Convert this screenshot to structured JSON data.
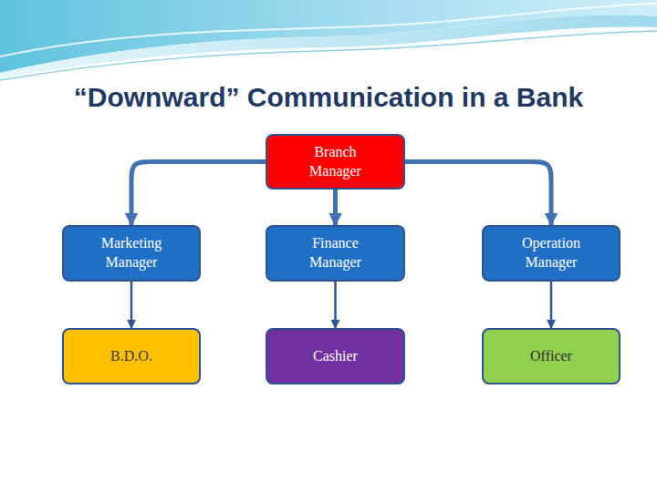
{
  "diagram": {
    "title": "“Downward” Communication in a Bank",
    "nodes": [
      {
        "text": [
          "Branch Manager"
        ]
      },
      {
        "text": [
          "Marketing Manager"
        ]
      },
      {
        "text": [
          "Finance Manager"
        ]
      },
      {
        "text": [
          "Operation Manager"
        ]
      },
      {
        "text": [
          "B.D.O."
        ]
      },
      {
        "text": [
          "Cashier"
        ]
      },
      {
        "text": [
          "Officer"
        ]
      }
    ],
    "edges": [
      {
        "from": 0,
        "to": 1,
        "arrow": "to"
      },
      {
        "from": 0,
        "to": 2,
        "arrow": "to"
      },
      {
        "from": 0,
        "to": 3,
        "arrow": "to"
      },
      {
        "from": 1,
        "to": 4,
        "arrow": "to"
      },
      {
        "from": 2,
        "to": 5,
        "arrow": "to"
      },
      {
        "from": 3,
        "to": 6,
        "arrow": "to"
      }
    ]
  }
}
